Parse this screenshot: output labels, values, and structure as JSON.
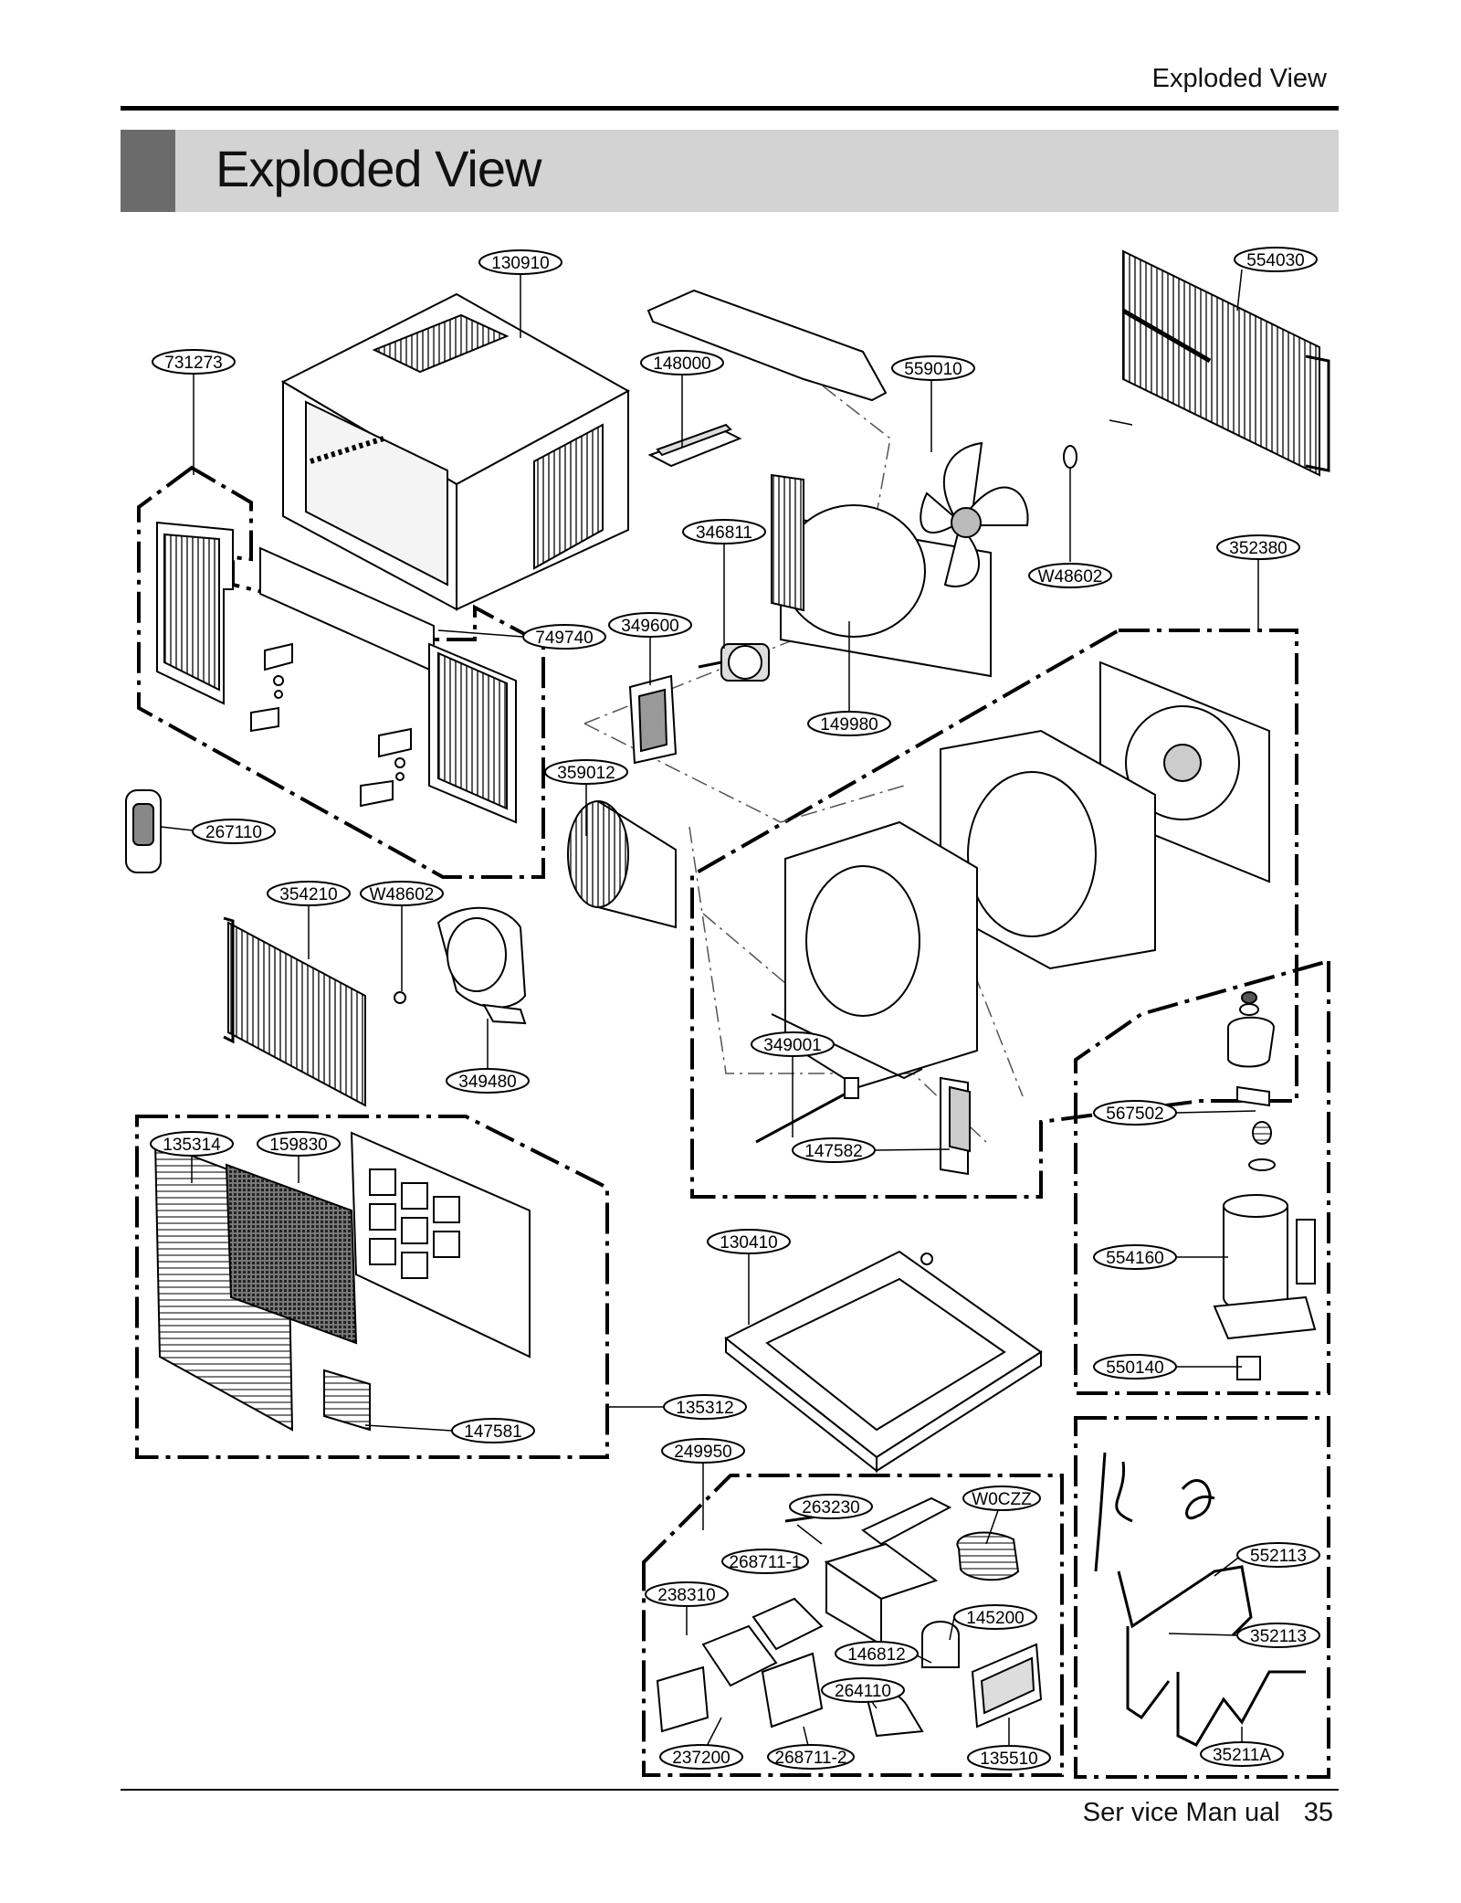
{
  "header": {
    "running_title": "Exploded View"
  },
  "banner": {
    "title": "Exploded View"
  },
  "footer": {
    "manual_label": "Ser vice Man ual",
    "page_number": "35"
  },
  "callouts": [
    {
      "id": "c1",
      "label": "130910"
    },
    {
      "id": "c2",
      "label": "554030"
    },
    {
      "id": "c3",
      "label": "731273"
    },
    {
      "id": "c4",
      "label": "148000"
    },
    {
      "id": "c5",
      "label": "559010"
    },
    {
      "id": "c6",
      "label": "346811"
    },
    {
      "id": "c7",
      "label": "352380"
    },
    {
      "id": "c8",
      "label": "W48602"
    },
    {
      "id": "c9",
      "label": "749740"
    },
    {
      "id": "c10",
      "label": "349600"
    },
    {
      "id": "c11",
      "label": "149980"
    },
    {
      "id": "c12",
      "label": "359012"
    },
    {
      "id": "c13",
      "label": "267110"
    },
    {
      "id": "c14",
      "label": "354210"
    },
    {
      "id": "c15",
      "label": "W48602"
    },
    {
      "id": "c16",
      "label": "349480"
    },
    {
      "id": "c17",
      "label": "349001"
    },
    {
      "id": "c18",
      "label": "567502"
    },
    {
      "id": "c19",
      "label": "147582"
    },
    {
      "id": "c20",
      "label": "135314"
    },
    {
      "id": "c21",
      "label": "159830"
    },
    {
      "id": "c22",
      "label": "130410"
    },
    {
      "id": "c23",
      "label": "554160"
    },
    {
      "id": "c24",
      "label": "550140"
    },
    {
      "id": "c25",
      "label": "147581"
    },
    {
      "id": "c26",
      "label": "135312"
    },
    {
      "id": "c27",
      "label": "249950"
    },
    {
      "id": "c28",
      "label": "263230"
    },
    {
      "id": "c29",
      "label": "W0CZZ"
    },
    {
      "id": "c30",
      "label": "268711-1"
    },
    {
      "id": "c31",
      "label": "552113"
    },
    {
      "id": "c32",
      "label": "238310"
    },
    {
      "id": "c33",
      "label": "145200"
    },
    {
      "id": "c34",
      "label": "146812"
    },
    {
      "id": "c35",
      "label": "352113"
    },
    {
      "id": "c36",
      "label": "264110"
    },
    {
      "id": "c37",
      "label": "237200"
    },
    {
      "id": "c38",
      "label": "268711-2"
    },
    {
      "id": "c39",
      "label": "135510"
    },
    {
      "id": "c40",
      "label": "35211A"
    }
  ]
}
